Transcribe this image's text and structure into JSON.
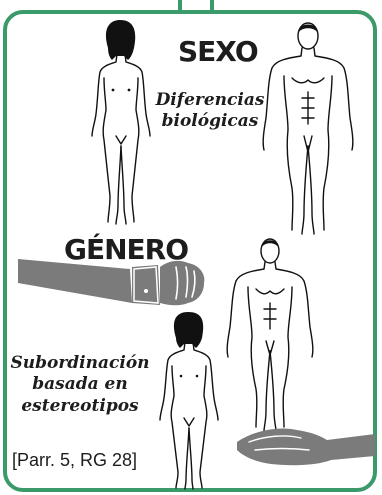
{
  "sections": {
    "sex_title": "SEXO",
    "sex_caption_line1": "Diferencias",
    "sex_caption_line2": "biológicas",
    "gender_title": "GÉNERO",
    "gender_caption_line1": "Subordinación",
    "gender_caption_line2": "basada en",
    "gender_caption_line3": "estereotipos"
  },
  "reference": "[Parr. 5, RG 28]",
  "colors": {
    "frame": "#3a9a6a",
    "arm": "#7b7b7b",
    "ink": "#1d1d1d"
  }
}
